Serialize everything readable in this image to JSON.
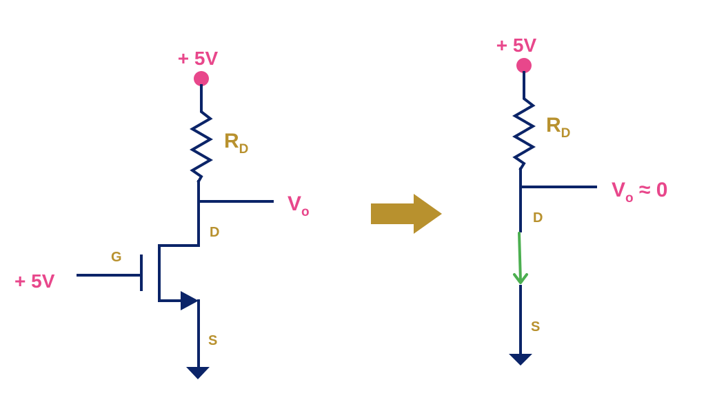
{
  "colors": {
    "wire": "#0b2468",
    "supply_dot": "#e8478b",
    "label_pink": "#e8478b",
    "label_gold": "#b8912e",
    "current_arrow": "#4caf50",
    "transition_arrow": "#b8912e"
  },
  "left_circuit": {
    "supply_label": "+ 5V",
    "resistor_label": "R",
    "resistor_subscript": "D",
    "output_label": "V",
    "output_subscript": "o",
    "drain_label": "D",
    "gate_label": "G",
    "gate_input_label": "+ 5V",
    "source_label": "S"
  },
  "right_circuit": {
    "supply_label": "+ 5V",
    "resistor_label": "R",
    "resistor_subscript": "D",
    "output_label": "V",
    "output_subscript": "o",
    "output_suffix": " ≈ 0",
    "drain_label": "D",
    "source_label": "S"
  },
  "icons": {
    "transition": "right-arrow-icon",
    "ground": "ground-triangle-icon",
    "current": "down-arrow-icon"
  }
}
